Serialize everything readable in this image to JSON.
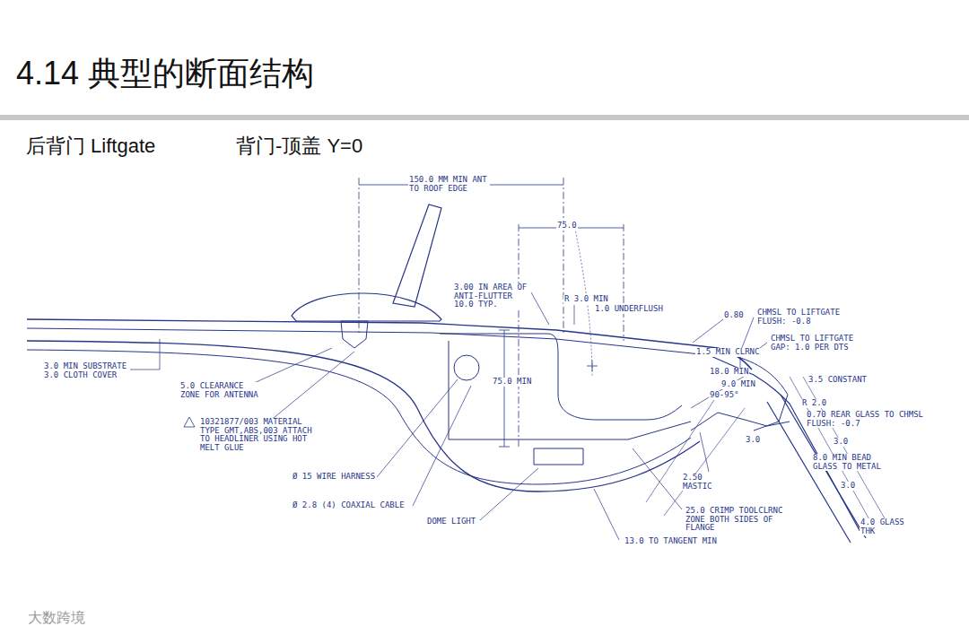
{
  "diagram": {
    "title": "4.14 典型的断面结构",
    "labels": [
      "后背门 Liftgate",
      "背门-顶盖 Y=0",
      "150.0 MM MIN ANT TO ROOF EDGE",
      "75.0",
      "3.00 IN AREA OF ANTI-FLUTTER 10.0 TYP.",
      "R 3.0 MIN",
      "1.0 UNDERFLUSH",
      "0.80",
      "CHMSL TO LIFTGATE FLUSH: -0.8",
      "CHMSL TO LIFTGATE GAP: 1.0 PER DTS",
      "1.5 MIN CLRNC",
      "18.0 MIN",
      "3.5 CONSTANT",
      "9.0 MIN",
      "90-95°",
      "R 2.0",
      "0.70 REAR GLASS TO CHMSL FLUSH: -0.7",
      "3.0",
      "3.0",
      "8.0 MIN BEAD GLASS TO METAL",
      "3.0",
      "2.50 MASTIC",
      "25.0 CRIMP TOOLCLRNC ZONE BOTH SIDES OF FLANGE",
      "13.0 TO TANGENT MIN",
      "4.0 GLASS THK",
      "75.0 MIN",
      "3.0 MIN SUBSTRATE 3.0 CLOTH COVER",
      "5.0 CLEARANCE ZONE FOR ANTENNA",
      "10321877/003 MATERIAL TYPE GMT,ABS,003 ATTACH TO HEADLINER USING HOT MELT GLUE",
      "Ø 15 WIRE HARNESS",
      "Ø 2.8 (4) COAXIAL CABLE",
      "DOME LIGHT",
      "大数跨境"
    ]
  }
}
